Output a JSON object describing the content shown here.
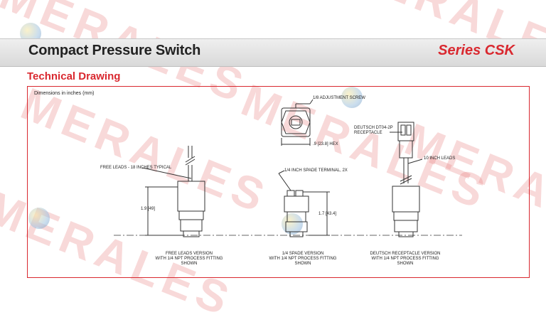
{
  "header": {
    "title": "Compact Pressure Switch",
    "series": "Series CSK"
  },
  "section": {
    "title": "Technical Drawing"
  },
  "drawing": {
    "dims_note": "Dimensions in inches (mm)",
    "labels": {
      "adjustment_screw": "1/8 ADJUSTMENT SCREW",
      "hex": ".9 [23.8] HEX",
      "deutsch_receptacle_line1": "DEUTSCH DT04-2P",
      "deutsch_receptacle_line2": "RECEPTACLE",
      "ten_inch_leads": "10 INCH LEADS",
      "free_leads": "FREE LEADS - 18 INCHES TYPICAL",
      "spade_terminal": "1/4 INCH SPADE TERMINAL, 2X",
      "dim_free_leads": "1.9 [49]",
      "dim_spade": "1.7 [43.4]"
    },
    "captions": {
      "free_leads": [
        "FREE LEADS VERSION",
        "WITH 1/4 NPT PROCESS FITTING",
        "SHOWN"
      ],
      "spade": [
        "1/4 SPADE VERSION",
        "WITH 1/4 NPT PROCESS FITTING",
        "SHOWN"
      ],
      "deutsch": [
        "DEUTSCH RECEPTACLE VERSION",
        "WITH 1/4 NPT PROCESS FITTING",
        "SHOWN"
      ]
    }
  },
  "watermark": {
    "text": "MERALES"
  },
  "colors": {
    "accent": "#d9282f",
    "header_band": "#e3e3e3",
    "text": "#222222"
  }
}
